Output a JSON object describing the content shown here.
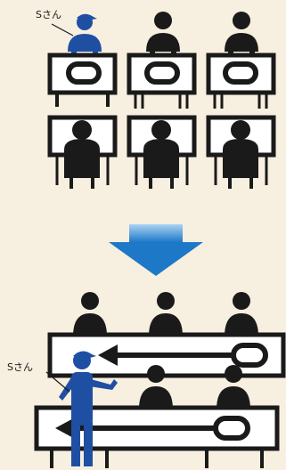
{
  "labels": {
    "top_person": "Sさん",
    "bottom_person": "Sさん"
  },
  "colors": {
    "background": "#f7efdf",
    "ink": "#1a1a1a",
    "highlight_person": "#1f4fa3",
    "arrow_top": "#a9d3f2",
    "arrow_bottom": "#1d79c8"
  },
  "icons": {
    "before_rows": [
      "facing-front-row",
      "facing-back-row"
    ],
    "transition": "down-arrow-icon",
    "after_rows": [
      "conveyor-row-back",
      "conveyor-row-front"
    ]
  }
}
